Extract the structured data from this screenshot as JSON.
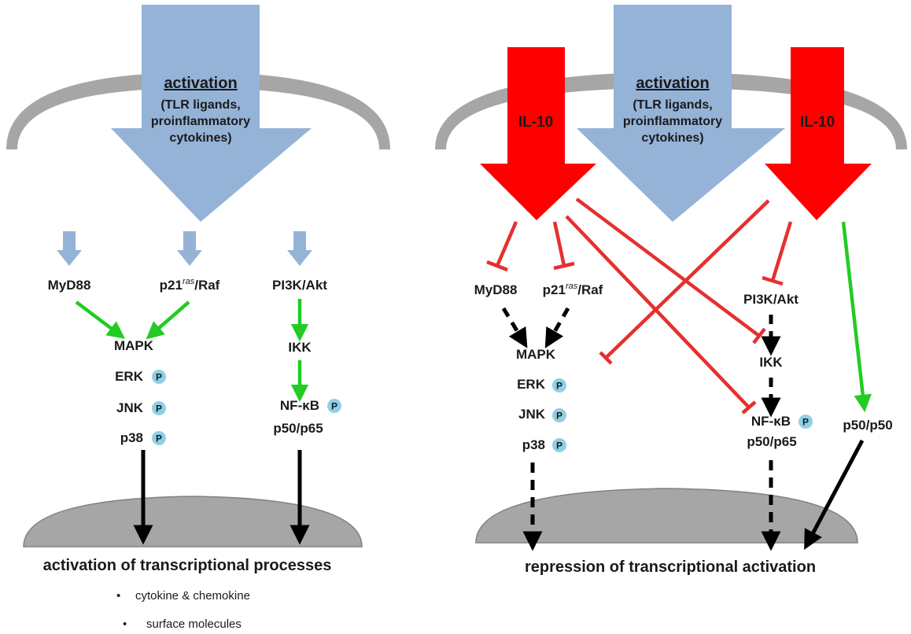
{
  "left_panel": {
    "activation_title": "activation",
    "activation_sub": [
      "(TLR ligands,",
      "proinflammatory",
      "cytokines)"
    ],
    "myd88": "MyD88",
    "p21_main": "p21",
    "p21_sup": "ras",
    "p21_tail": "/Raf",
    "pi3k": "PI3K/Akt",
    "mapk": "MAPK",
    "erk": "ERK",
    "jnk": "JNK",
    "p38": "p38",
    "ikk": "IKK",
    "nfkb": "NF-κB",
    "p50p65": "p50/p65",
    "outcome": "activation of transcriptional processes",
    "bullets": [
      "cytokine & chemokine",
      "surface molecules"
    ]
  },
  "right_panel": {
    "activation_title": "activation",
    "activation_sub": [
      "(TLR ligands,",
      "proinflammatory",
      "cytokines)"
    ],
    "il10_left": "IL-10",
    "il10_right": "IL-10",
    "myd88": "MyD88",
    "p21_main": "p21",
    "p21_sup": "ras",
    "p21_tail": "/Raf",
    "pi3k": "PI3K/Akt",
    "mapk": "MAPK",
    "erk": "ERK",
    "jnk": "JNK",
    "p38": "p38",
    "ikk": "IKK",
    "nfkb": "NF-κB",
    "p50p65": "p50/p65",
    "p50p50": "p50/p50",
    "outcome": "repression of transcriptional activation"
  },
  "phospho_label": "P",
  "bullet_char": "•",
  "colors": {
    "activation_arrow": "#95b3d7",
    "il10_arrow": "#ff0000",
    "membrane": "#a6a6a6",
    "activating_edge": "#22cc22",
    "inhibitory_edge": "#e53030",
    "nucleus": "#a6a6a6",
    "phospho_badge": "#8fd0e6"
  }
}
